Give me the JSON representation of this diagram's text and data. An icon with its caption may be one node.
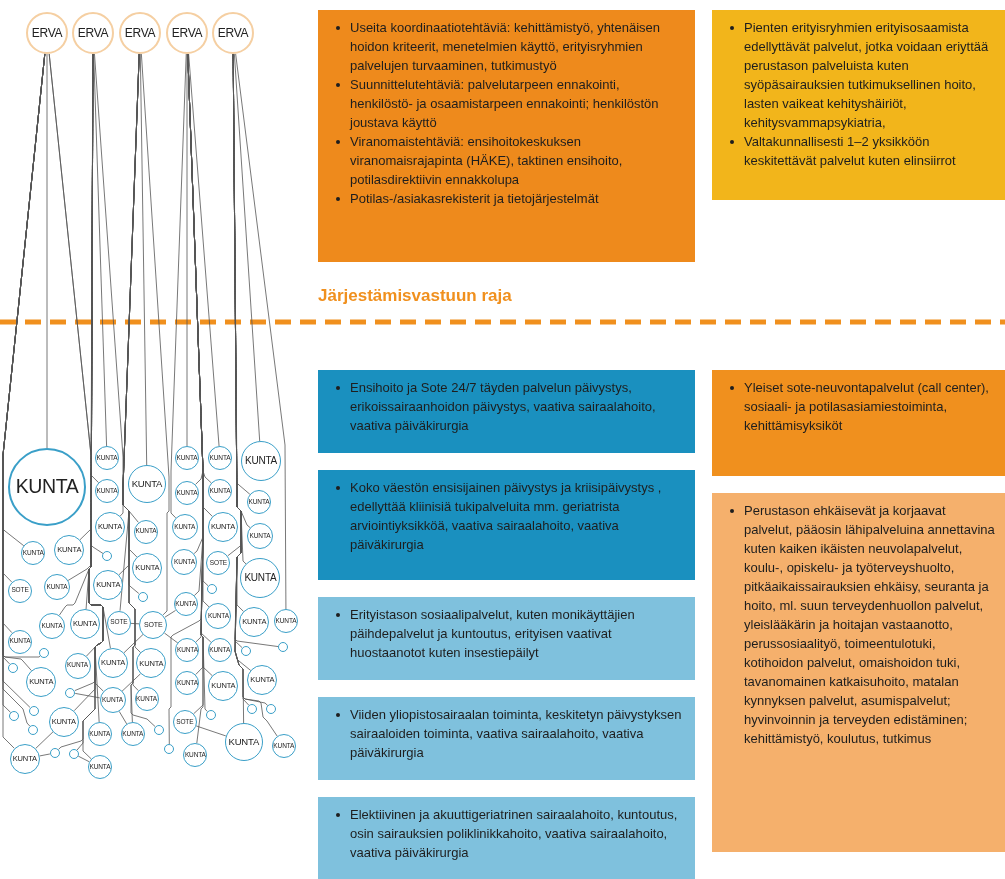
{
  "diagram": {
    "nodes": [
      {
        "text": [
          "ERVA"
        ]
      },
      {
        "text": [
          "ERVA"
        ]
      },
      {
        "text": [
          "ERVA"
        ]
      },
      {
        "text": [
          "ERVA"
        ]
      },
      {
        "text": [
          "ERVA"
        ]
      },
      {
        "text": [
          "Useita koordinaatiotehtäviä: kehittämistyö, yhtenäisen hoidon kriteerit, menetelmien käyttö, erityisryhmien palvelujen turvaaminen, tutkimustyö",
          "Suunnittelutehtäviä: palvelutarpeen ennakointi, henkilöstö- ja osaamistarpeen ennakointi; henkilöstön joustava käyttö",
          "Viranomaistehtäviä: ensihoitokeskuksen viranomaisrajapinta (HÄKE), taktinen ensihoito, potilasdirektiivin ennakkolupa",
          "Potilas-/asiakasrekisterit ja tietojärjestelmät"
        ]
      },
      {
        "text": [
          "Pienten erityisryhmien erityisosaamista edellyttävät palvelut, jotka voidaan eriyttää perustason palveluista kuten syöpäsairauksien tutkimuksellinen hoito, lasten vaikeat kehityshäiriöt, kehitysvammapsykiatria,",
          "Valtakunnallisesti 1–2 yksikköön keskitettävät palvelut kuten elinsiirrot"
        ]
      },
      {
        "text": [
          "Ensihoito ja Sote 24/7 täyden palvelun päivystys,  erikoissairaanhoidon päivystys, vaativa sairaalahoito,  vaativa päiväkirurgia"
        ]
      },
      {
        "text": [
          "Koko väestön ensisijainen päivystys ja kriisipäivystys , edellyttää kliinisiä tukipalveluita mm. geriatrista arviointiyksikköä, vaativa sairaalahoito,  vaativa päiväkirurgia"
        ]
      },
      {
        "text": [
          "Erityistason sosiaalipalvelut, kuten monikäyttäjien päihdepalvelut ja kuntoutus,  erityisen vaativat huostaanotot kuten insestiepäilyt"
        ]
      },
      {
        "text": [
          "Viiden yliopistosairaalan toiminta, keskitetyn päivystyksen sairaaloiden toiminta, vaativa sairaalahoito,  vaativa päiväkirurgia"
        ]
      },
      {
        "text": [
          "Elektiivinen ja akuuttigeriatrinen  sairaalahoito, kuntoutus, osin sairauksien poliklinikkahoito, vaativa  sairaalahoito,  vaativa päiväkirurgia"
        ]
      },
      {
        "text": [
          "Yleiset sote-neuvontapalvelut (call center), sosiaali- ja potilasasiamiestoiminta, kehittämisyksiköt"
        ]
      },
      {
        "text": [
          "Perustason ehkäisevät ja korjaavat palvelut, pääosin lähipalveluina annettavina kuten kaiken ikäisten neuvolapalvelut, koulu-, opiskelu- ja työterveyshuolto, pitkäaikaissairauksien ehkäisy, seuranta ja hoito, ml. suun terveydenhuollon palvelut, yleislääkärin ja hoitajan vastaanotto, perussosiaalityö, toimeentulotuki, kotihoidon palvelut, omaishoidon tuki, tavanomainen katkaisuhoito, matalan kynnyksen palvelut, asumispalvelut; hyvinvoinnin ja terveyden edistäminen; kehittämistyö, koulutus, tutkimus"
        ]
      },
      {
        "text": [
          "KUNTA"
        ]
      },
      {
        "text": [
          "KUNTA"
        ]
      },
      {
        "text": [
          "KUNTA"
        ]
      },
      {
        "text": [
          "KUNTA"
        ]
      },
      {
        "text": [
          "KUNTA"
        ]
      },
      {
        "text": [
          "KUNTA"
        ]
      },
      {
        "text": [
          "KUNTA"
        ]
      },
      {
        "text": [
          "KUNTA"
        ]
      },
      {
        "text": [
          "KUNTA"
        ]
      },
      {
        "text": [
          "KUNTA"
        ]
      },
      {
        "text": [
          "KUNTA"
        ]
      },
      {
        "text": [
          "KUNTA"
        ]
      },
      {
        "text": [
          "KUNTA"
        ]
      },
      {
        "text": [
          "KUNTA"
        ]
      },
      {
        "text": [
          "KUNTA"
        ]
      },
      {
        "text": [
          "KUNTA"
        ]
      },
      {
        "text": [
          "SOTE"
        ]
      },
      {
        "text": [
          "KUNTA"
        ]
      },
      {
        "text": [
          "KUNTA"
        ]
      },
      {
        "text": [
          "KUNTA"
        ]
      },
      {
        "text": [
          "KUNTA"
        ]
      },
      {
        "text": [
          "KUNTA"
        ]
      },
      {
        "text": [
          "SOTE"
        ]
      },
      {
        "text": [
          "KUNTA"
        ]
      },
      {
        "text": [
          "KUNTA"
        ]
      },
      {
        "text": [
          "KUNTA"
        ]
      },
      {
        "text": [
          "KUNTA"
        ]
      },
      {
        "text": [
          "SOTE"
        ]
      },
      {
        "text": [
          "SOTE"
        ]
      },
      {
        "text": [
          "KUNTA"
        ]
      },
      {
        "text": [
          "KUNTA"
        ]
      },
      {
        "text": [
          "KUNTA"
        ]
      },
      {
        "text": [
          "KUNTA"
        ]
      },
      {
        "text": [
          "KUNTA"
        ]
      },
      {
        "text": [
          "KUNTA"
        ]
      },
      {
        "text": [
          "KUNTA"
        ]
      },
      {
        "text": [
          "KUNTA"
        ]
      },
      {
        "text": [
          "KUNTA"
        ]
      },
      {
        "text": [
          "KUNTA"
        ]
      },
      {
        "text": [
          "KUNTA"
        ]
      },
      {
        "text": [
          "KUNTA"
        ]
      },
      {
        "text": [
          "KUNTA"
        ]
      },
      {
        "text": [
          "KUNTA"
        ]
      },
      {
        "text": [
          "KUNTA"
        ]
      },
      {
        "text": [
          "KUNTA"
        ]
      },
      {
        "text": [
          "KUNTA"
        ]
      },
      {
        "text": [
          "SOTE"
        ]
      },
      {
        "text": [
          "KUNTA"
        ]
      },
      {
        "text": [
          "KUNTA"
        ]
      },
      {
        "text": [
          "KUNTA"
        ]
      },
      {
        "text": [
          "KUNTA"
        ]
      },
      {
        "text": [
          "KUNTA"
        ]
      },
      {
        "text": [
          "KUNTA"
        ]
      },
      {
        "text": [],
        "shape": "circle"
      },
      {
        "text": [],
        "shape": "circle"
      },
      {
        "text": [],
        "shape": "circle"
      },
      {
        "text": [],
        "shape": "circle"
      },
      {
        "text": [],
        "shape": "circle"
      },
      {
        "text": [],
        "shape": "circle"
      },
      {
        "text": [],
        "shape": "circle"
      },
      {
        "text": [],
        "shape": "circle"
      },
      {
        "text": [],
        "shape": "circle"
      },
      {
        "text": [],
        "shape": "circle"
      },
      {
        "text": [],
        "shape": "circle"
      },
      {
        "text": [],
        "shape": "circle"
      },
      {
        "text": [],
        "shape": "circle"
      },
      {
        "text": [],
        "shape": "circle"
      },
      {
        "text": [],
        "shape": "circle"
      },
      {
        "text": [],
        "shape": "circle"
      },
      {
        "text": [],
        "shape": "circle"
      },
      {
        "text": [],
        "shape": "circle"
      }
    ],
    "edges": [
      {
        "from": 0,
        "to": 14,
        "arrow": "none"
      },
      {
        "from": 2,
        "to": 15,
        "arrow": "none"
      },
      {
        "from": 4,
        "to": 16,
        "arrow": "none"
      },
      {
        "from": 1,
        "to": 17,
        "arrow": "none"
      },
      {
        "from": 3,
        "to": 18,
        "arrow": "none"
      },
      {
        "from": 3,
        "to": 19,
        "arrow": "none"
      },
      {
        "from": 3,
        "to": 20,
        "arrow": "none"
      },
      {
        "from": 3,
        "to": 21,
        "arrow": "none"
      },
      {
        "from": 1,
        "to": 22,
        "arrow": "none"
      },
      {
        "from": 4,
        "to": 23,
        "arrow": "none"
      },
      {
        "from": 3,
        "to": 24,
        "arrow": "none"
      },
      {
        "from": 2,
        "to": 25,
        "arrow": "none"
      },
      {
        "from": 3,
        "to": 26,
        "arrow": "none"
      },
      {
        "from": 2,
        "to": 27,
        "arrow": "none"
      },
      {
        "from": 4,
        "to": 28,
        "arrow": "none"
      },
      {
        "from": 3,
        "to": 29,
        "arrow": "none"
      },
      {
        "from": 4,
        "to": 30,
        "arrow": "none"
      },
      {
        "from": 0,
        "to": 31,
        "arrow": "none"
      },
      {
        "from": 1,
        "to": 32,
        "arrow": "none"
      },
      {
        "from": 2,
        "to": 33,
        "arrow": "none"
      },
      {
        "from": 4,
        "to": 34,
        "arrow": "none"
      },
      {
        "from": 2,
        "to": 35,
        "arrow": "none"
      },
      {
        "from": 0,
        "to": 36,
        "arrow": "none"
      },
      {
        "from": 0,
        "to": 37,
        "arrow": "none"
      },
      {
        "from": 3,
        "to": 38,
        "arrow": "none"
      },
      {
        "from": 0,
        "to": 39,
        "arrow": "none"
      },
      {
        "from": 1,
        "to": 40,
        "arrow": "none"
      },
      {
        "from": 1,
        "to": 41,
        "arrow": "none"
      },
      {
        "from": 2,
        "to": 42,
        "arrow": "none"
      },
      {
        "from": 3,
        "to": 43,
        "arrow": "none"
      },
      {
        "from": 4,
        "to": 44,
        "arrow": "none"
      },
      {
        "from": 4,
        "to": 45,
        "arrow": "none"
      },
      {
        "from": 0,
        "to": 46,
        "arrow": "none"
      },
      {
        "from": 1,
        "to": 47,
        "arrow": "none"
      },
      {
        "from": 3,
        "to": 48,
        "arrow": "none"
      },
      {
        "from": 3,
        "to": 49,
        "arrow": "none"
      },
      {
        "from": 1,
        "to": 50,
        "arrow": "none"
      },
      {
        "from": 2,
        "to": 51,
        "arrow": "none"
      },
      {
        "from": 3,
        "to": 52,
        "arrow": "none"
      },
      {
        "from": 4,
        "to": 53,
        "arrow": "none"
      },
      {
        "from": 0,
        "to": 54,
        "arrow": "none"
      },
      {
        "from": 1,
        "to": 55,
        "arrow": "none"
      },
      {
        "from": 2,
        "to": 56,
        "arrow": "none"
      },
      {
        "from": 3,
        "to": 57,
        "arrow": "none"
      },
      {
        "from": 1,
        "to": 58,
        "arrow": "none"
      },
      {
        "from": 1,
        "to": 59,
        "arrow": "none"
      },
      {
        "from": 3,
        "to": 60,
        "arrow": "none"
      },
      {
        "from": 4,
        "to": 61,
        "arrow": "none"
      },
      {
        "from": 2,
        "to": 62,
        "arrow": "none"
      },
      {
        "from": 0,
        "to": 63,
        "arrow": "none"
      },
      {
        "from": 1,
        "to": 64,
        "arrow": "none"
      },
      {
        "from": 3,
        "to": 65,
        "arrow": "none"
      },
      {
        "from": 4,
        "to": 66,
        "arrow": "none"
      },
      {
        "from": 1,
        "to": 67,
        "arrow": "none"
      },
      {
        "from": 3,
        "to": 68,
        "arrow": "none"
      },
      {
        "from": 2,
        "to": 69,
        "arrow": "none"
      },
      {
        "from": 0,
        "to": 70,
        "arrow": "none"
      },
      {
        "from": 0,
        "to": 71,
        "arrow": "none"
      },
      {
        "from": 1,
        "to": 72,
        "arrow": "none"
      },
      {
        "from": 0,
        "to": 73,
        "arrow": "none"
      },
      {
        "from": 0,
        "to": 74,
        "arrow": "none"
      },
      {
        "from": 0,
        "to": 75,
        "arrow": "none"
      },
      {
        "from": 4,
        "to": 76,
        "arrow": "none"
      },
      {
        "from": 4,
        "to": 77,
        "arrow": "none"
      },
      {
        "from": 4,
        "to": 78,
        "arrow": "none"
      },
      {
        "from": 4,
        "to": 79,
        "arrow": "none"
      },
      {
        "from": 3,
        "to": 80,
        "arrow": "none"
      },
      {
        "from": 2,
        "to": 81,
        "arrow": "none"
      },
      {
        "from": 1,
        "to": 82,
        "arrow": "none"
      },
      {
        "from": 1,
        "to": 83,
        "arrow": "none"
      },
      {
        "from": 3,
        "to": 84,
        "arrow": "none"
      },
      {
        "from": 42,
        "to": 47,
        "arrow": "none"
      },
      {
        "from": 42,
        "to": 41,
        "arrow": "none"
      },
      {
        "from": 42,
        "to": 38,
        "arrow": "none"
      },
      {
        "from": 42,
        "to": 48,
        "arrow": "none"
      },
      {
        "from": 55,
        "to": 72,
        "arrow": "none"
      },
      {
        "from": 55,
        "to": 51,
        "arrow": "none"
      },
      {
        "from": 55,
        "to": 62,
        "arrow": "none"
      },
      {
        "from": 63,
        "to": 82,
        "arrow": "none"
      },
      {
        "from": 63,
        "to": 58,
        "arrow": "none"
      },
      {
        "from": 83,
        "to": 64,
        "arrow": "none"
      },
      {
        "from": 60,
        "to": 61,
        "arrow": "none"
      }
    ],
    "labels": [
      "Järjestämisvastuun raja"
    ]
  }
}
